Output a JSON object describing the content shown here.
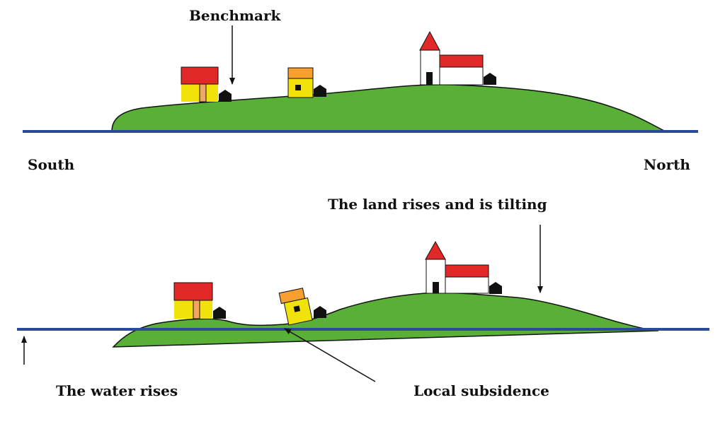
{
  "labels": {
    "benchmark": "Benchmark",
    "south": "South",
    "north": "North",
    "land_rises": "The land rises and is tilting",
    "water_rises": "The water rises",
    "local_subsidence": "Local subsidence"
  },
  "colors": {
    "land": "#5aaf36",
    "water": "#2a4a9a",
    "roof_red": "#e02828",
    "wall_yellow": "#f2e20c",
    "roof_orange": "#f7a030",
    "door_orange": "#f0a860",
    "wall_white": "#ffffff",
    "outline": "#000000"
  }
}
